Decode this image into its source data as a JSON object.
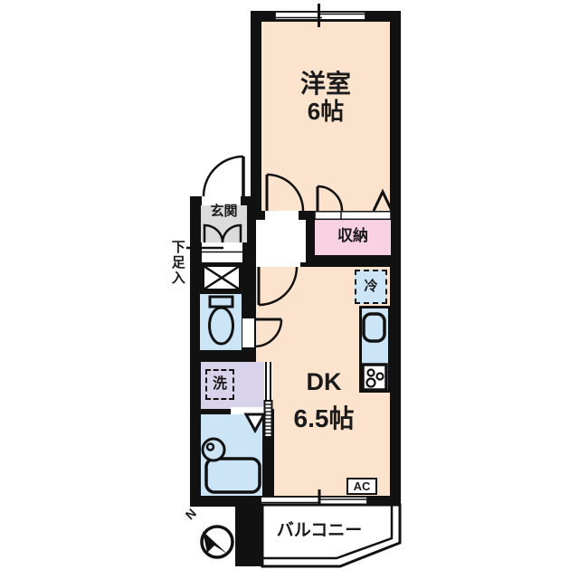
{
  "colors": {
    "wall": "#111111",
    "background": "#ffffff",
    "room_peach": "#FBE3CD",
    "closet_pink": "#F8D2E2",
    "water_blue": "#CBE4F6",
    "washroom_lavender": "#D8D3EB",
    "entrance_gray": "#DBDBDB"
  },
  "rooms": {
    "western": {
      "label": "洋室",
      "size": "6帖"
    },
    "dk": {
      "label": "DK",
      "size": "6.5帖"
    },
    "closet": {
      "label": "収納"
    },
    "entrance": {
      "label": "玄関"
    },
    "balcony": {
      "label": "バルコニー"
    }
  },
  "fixtures": {
    "shoe_storage": {
      "label": "下足入"
    },
    "refrigerator": {
      "label": "冷"
    },
    "washing_machine": {
      "label": "洗"
    },
    "air_conditioner": {
      "label": "AC"
    }
  },
  "compass": {
    "north_label": "N"
  }
}
